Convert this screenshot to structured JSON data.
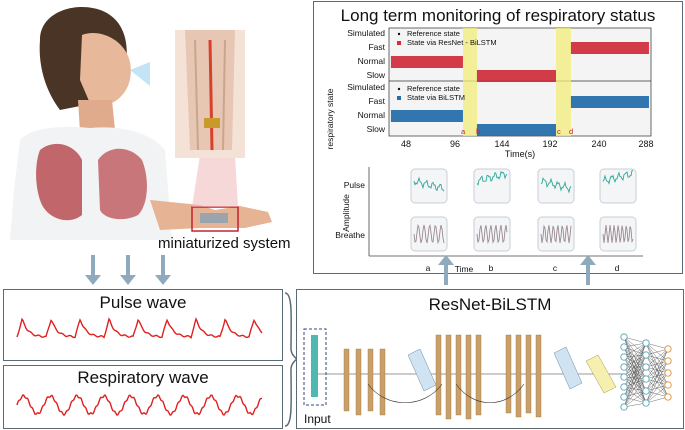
{
  "illustration": {
    "caption": "miniaturized system"
  },
  "monitor": {
    "title": "Long term monitoring of respiratory status",
    "ylabel": "respiratory state",
    "xlabel": "Time(s)",
    "xticks": [
      "48",
      "96",
      "144",
      "192",
      "240",
      "288"
    ],
    "upper": {
      "ylabels": [
        "Simulated",
        "Fast",
        "Normal",
        "Slow"
      ],
      "legend": [
        "Reference state",
        "State via ResNet - BiLSTM"
      ],
      "color": "#d92b3a"
    },
    "lower": {
      "ylabels": [
        "Simulated",
        "Fast",
        "Normal",
        "Slow"
      ],
      "legend": [
        "Reference state",
        "State via BiLSTM"
      ],
      "color": "#1f6fb0"
    },
    "markers": [
      "a",
      "b",
      "c",
      "d"
    ],
    "highlight": "#f3ee7a"
  },
  "samples": {
    "ylabel": "Amplitude",
    "xlabel": "Time",
    "rows": [
      "Pulse",
      "Breathe"
    ],
    "cols": [
      "a",
      "b",
      "c",
      "d"
    ]
  },
  "waves": {
    "pulse_title": "Pulse wave",
    "resp_title": "Respiratory wave",
    "color": "#e02020"
  },
  "network": {
    "title": "ResNet-BiLSTM",
    "input_label": "Input"
  }
}
